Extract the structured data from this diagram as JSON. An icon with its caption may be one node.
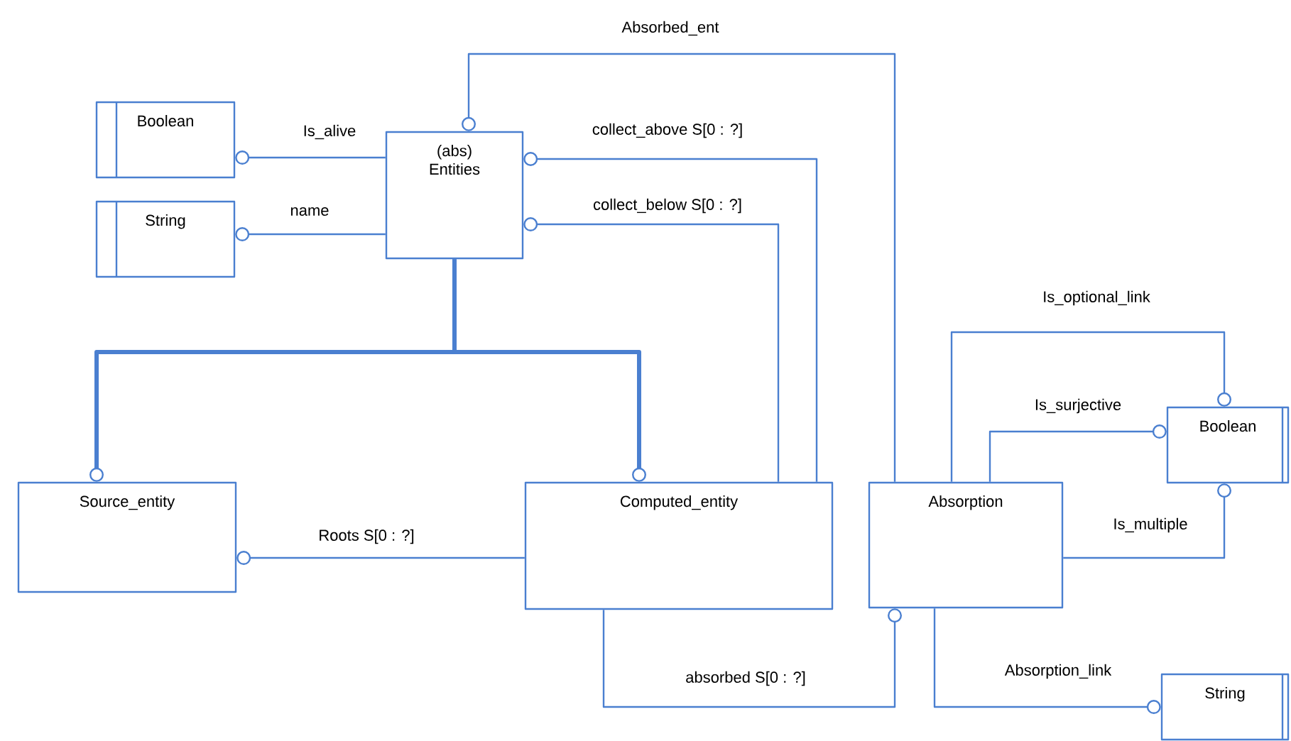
{
  "diagram": {
    "nodes": [
      {
        "text": [
          "Boolean"
        ]
      },
      {
        "text": [
          "String"
        ]
      },
      {
        "text": [
          "(abs) Entities"
        ]
      },
      {
        "text": [
          "Source_entity"
        ]
      },
      {
        "text": [
          "Computed_entity"
        ]
      },
      {
        "text": [
          "Absorption"
        ]
      },
      {
        "text": [
          "Boolean"
        ]
      },
      {
        "text": [
          "String"
        ]
      }
    ],
    "edges": [
      {
        "from": 2,
        "to": 0,
        "arrow": "other",
        "label": "Is_alive"
      },
      {
        "from": 2,
        "to": 1,
        "arrow": "other",
        "label": "name"
      },
      {
        "from": 4,
        "to": 2,
        "arrow": "other",
        "label": "collect_above S[0 : ?]"
      },
      {
        "from": 4,
        "to": 2,
        "arrow": "other",
        "label": "collect_below S[0 : ?]"
      },
      {
        "from": 5,
        "to": 2,
        "arrow": "other",
        "label": "Absorbed_ent"
      },
      {
        "from": 2,
        "to": 3,
        "arrow": "other",
        "style": "thick"
      },
      {
        "from": 2,
        "to": 4,
        "arrow": "other",
        "style": "thick"
      },
      {
        "from": 4,
        "to": 3,
        "arrow": "other",
        "label": "Roots S[0 : ?]"
      },
      {
        "from": 4,
        "to": 5,
        "arrow": "other",
        "label": "absorbed S[0 : ?]"
      },
      {
        "from": 5,
        "to": 6,
        "arrow": "other",
        "label": "Is_optional_link"
      },
      {
        "from": 5,
        "to": 6,
        "arrow": "other",
        "label": "Is_surjective"
      },
      {
        "from": 5,
        "to": 6,
        "arrow": "other",
        "label": "Is_multiple"
      },
      {
        "from": 5,
        "to": 7,
        "arrow": "other",
        "label": "Absorption_link"
      }
    ]
  }
}
